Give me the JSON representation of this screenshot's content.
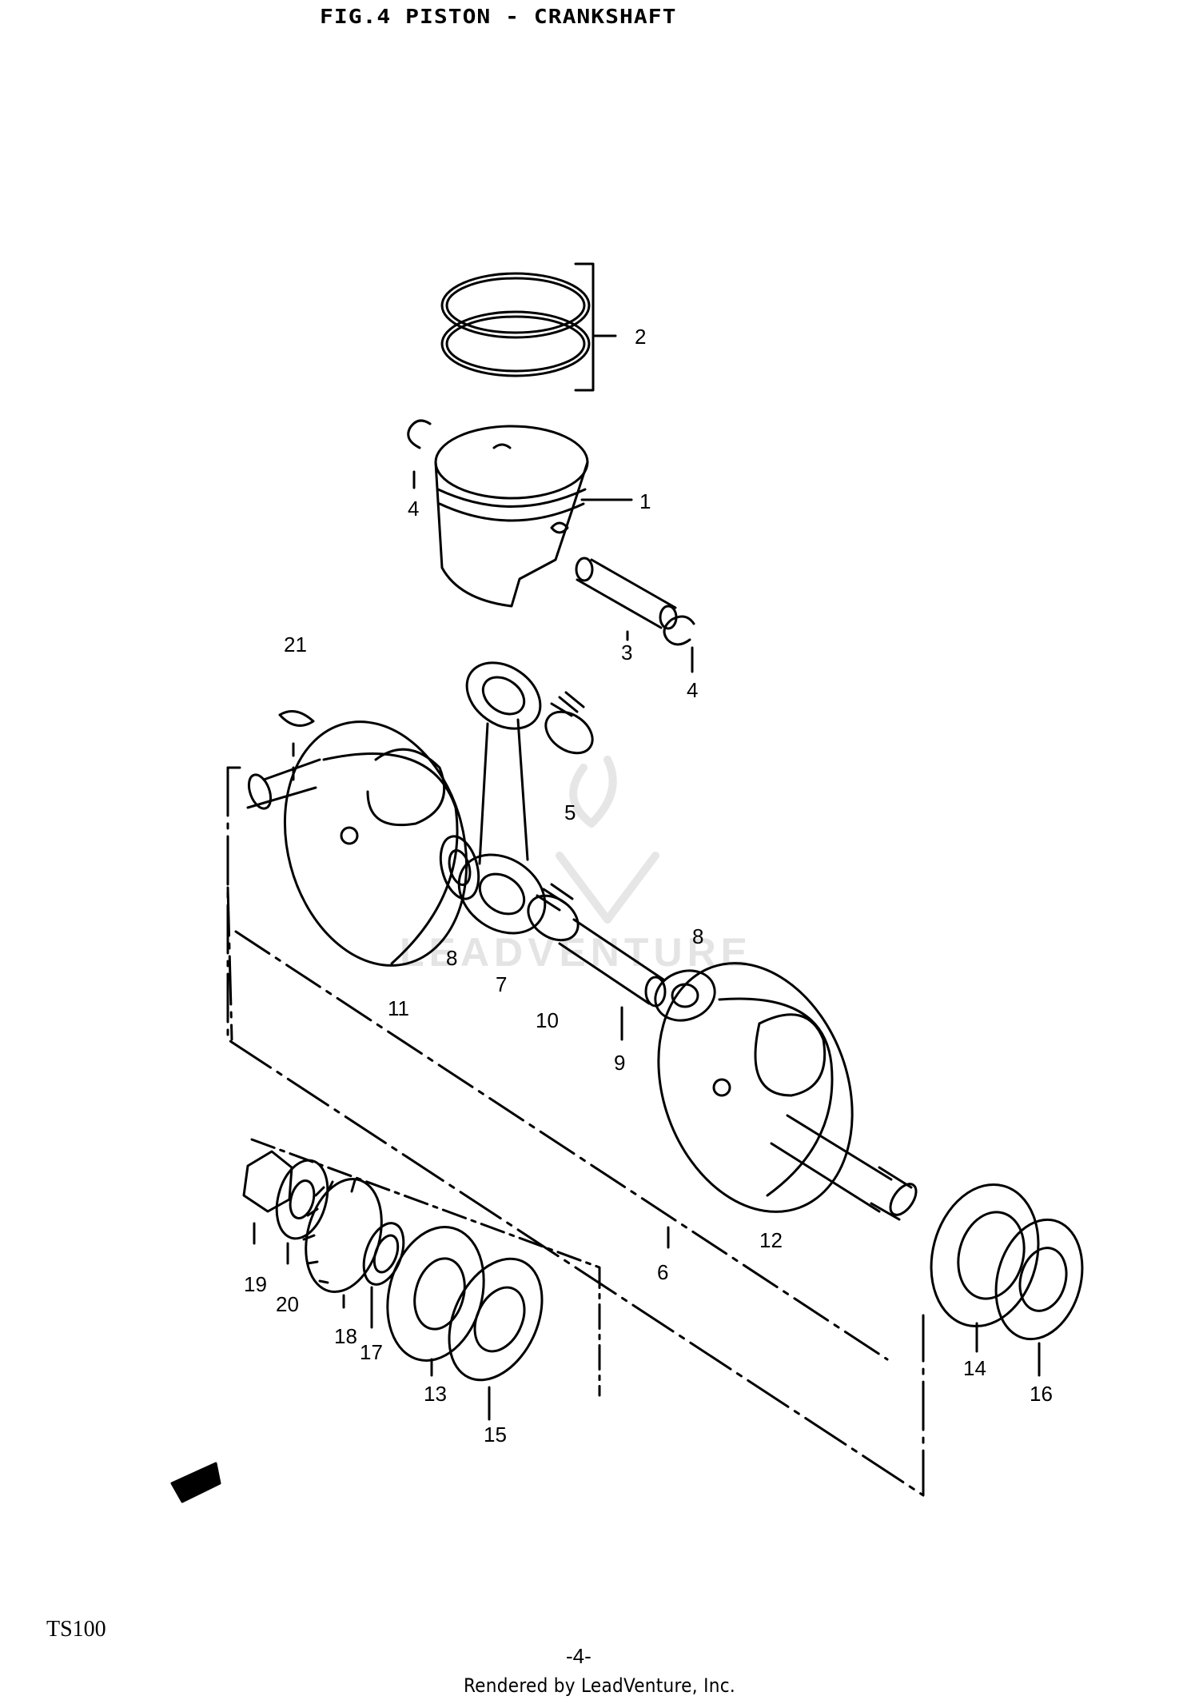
{
  "figure": {
    "title": "FIG.4  PISTON - CRANKSHAFT",
    "model": "TS100",
    "page": "-4-",
    "credit": "Rendered by LeadVenture, Inc.",
    "watermark": "LEADVENTURE"
  },
  "callouts": [
    {
      "id": "c1",
      "label": "1"
    },
    {
      "id": "c2",
      "label": "2"
    },
    {
      "id": "c3",
      "label": "3"
    },
    {
      "id": "c4a",
      "label": "4"
    },
    {
      "id": "c4b",
      "label": "4"
    },
    {
      "id": "c5",
      "label": "5"
    },
    {
      "id": "c6",
      "label": "6"
    },
    {
      "id": "c7",
      "label": "7"
    },
    {
      "id": "c8a",
      "label": "8"
    },
    {
      "id": "c8b",
      "label": "8"
    },
    {
      "id": "c9",
      "label": "9"
    },
    {
      "id": "c10",
      "label": "10"
    },
    {
      "id": "c11",
      "label": "11"
    },
    {
      "id": "c12",
      "label": "12"
    },
    {
      "id": "c13",
      "label": "13"
    },
    {
      "id": "c14",
      "label": "14"
    },
    {
      "id": "c15",
      "label": "15"
    },
    {
      "id": "c16",
      "label": "16"
    },
    {
      "id": "c17",
      "label": "17"
    },
    {
      "id": "c18",
      "label": "18"
    },
    {
      "id": "c19",
      "label": "19"
    },
    {
      "id": "c20",
      "label": "20"
    },
    {
      "id": "c21",
      "label": "21"
    }
  ]
}
